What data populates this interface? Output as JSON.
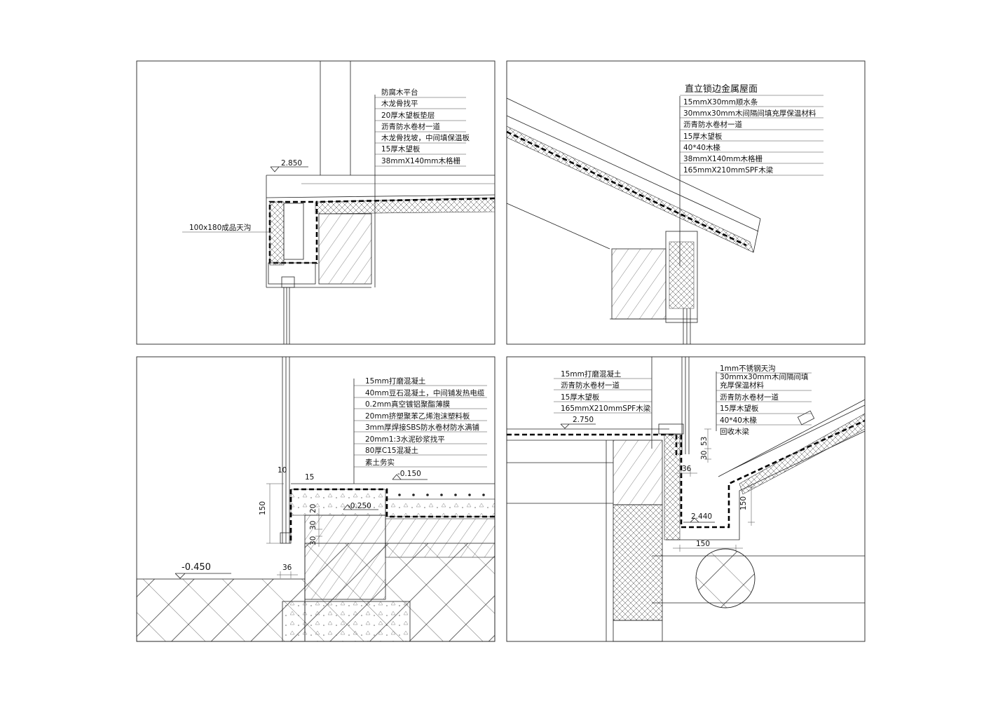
{
  "panels": {
    "top_left": {
      "layers": [
        "防腐木平台",
        "木龙骨找平",
        "20厚木望板垫层",
        "沥青防水卷材一道",
        "木龙骨找坡，中间填保温板",
        "15厚木望板",
        "38mmX140mm木格栅"
      ],
      "level": "2.850",
      "gutter_label": "100x180成品天沟"
    },
    "top_right": {
      "title": "直立锁边金属屋面",
      "layers": [
        "15mmX30mm顺水条",
        "30mmx30mm木间隔间填充厚保温材料",
        "沥青防水卷材一道",
        "15厚木望板",
        "40*40木椽",
        "38mmX140mm木格栅",
        "165mmX210mmSPF木梁"
      ]
    },
    "bottom_left": {
      "layers": [
        "15mm打磨混凝土",
        "40mm豆石混凝土，中间铺发热电缆",
        "0.2mm真空镀铝聚酯薄膜",
        "20mm挤塑聚苯乙烯泡沫塑料板",
        "3mm厚焊接SBS防水卷材防水满铺",
        "20mm1:3水泥砂浆找平",
        "80厚C15混凝土",
        "素土务实"
      ],
      "levels": [
        "-0.150",
        "-0.250",
        "-0.450"
      ],
      "dims": [
        "150",
        "10",
        "15",
        "20",
        "30",
        "30",
        "36"
      ]
    },
    "bottom_right": {
      "left_layers": [
        "15mm打磨混凝土",
        "沥青防水卷材一道",
        "15厚木望板",
        "165mmX210mmSPF木梁"
      ],
      "right_layers": [
        "1mm不锈钢天沟",
        "30mmx30mm木间隔间填",
        "充厚保温材料",
        "沥青防水卷材一道",
        "15厚木望板",
        "40*40木椽",
        "回收木梁"
      ],
      "levels": [
        "2.750",
        "2.440"
      ],
      "dims": [
        "53",
        "30",
        "36",
        "150",
        "150"
      ]
    }
  }
}
